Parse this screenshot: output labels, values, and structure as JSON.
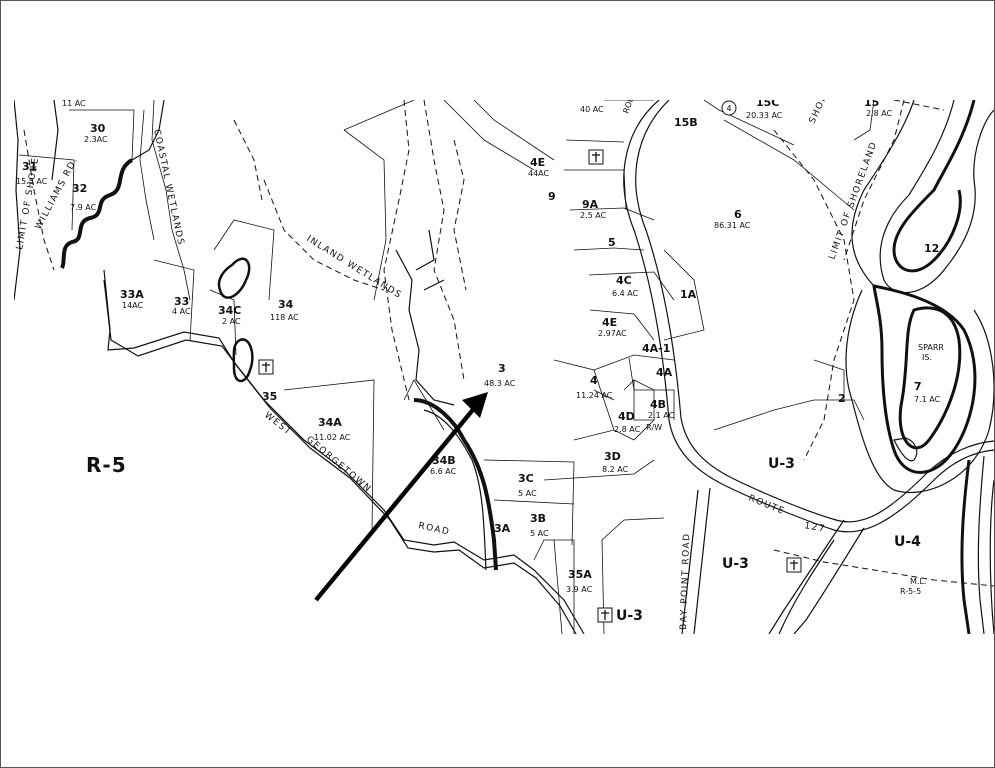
{
  "parcels": [
    {
      "id": "p30",
      "label": "30",
      "area": "2.3AC"
    },
    {
      "id": "p31",
      "label": "31",
      "area": "15.5 AC"
    },
    {
      "id": "p32",
      "label": "32",
      "area": "7.9 AC"
    },
    {
      "id": "p33a",
      "label": "33A",
      "area": "14AC"
    },
    {
      "id": "p33",
      "label": "33",
      "area": "4 AC"
    },
    {
      "id": "p34c",
      "label": "34C",
      "area": "2 AC"
    },
    {
      "id": "p34",
      "label": "34",
      "area": "118 AC"
    },
    {
      "id": "p35",
      "label": "35",
      "area": ""
    },
    {
      "id": "p34a",
      "label": "34A",
      "area": "11.02 AC"
    },
    {
      "id": "p34b",
      "label": "34B",
      "area": "6.6 AC"
    },
    {
      "id": "p3",
      "label": "3",
      "area": "48.3 AC"
    },
    {
      "id": "p3c",
      "label": "3C",
      "area": "5 AC"
    },
    {
      "id": "p3a",
      "label": "3A",
      "area": ""
    },
    {
      "id": "p3b",
      "label": "3B",
      "area": "5 AC"
    },
    {
      "id": "p35a",
      "label": "35A",
      "area": "3.9 AC"
    },
    {
      "id": "p3d",
      "label": "3D",
      "area": "8.2 AC"
    },
    {
      "id": "p4",
      "label": "4",
      "area": "11.24 AC"
    },
    {
      "id": "p4d",
      "label": "4D",
      "area": "2.8 AC"
    },
    {
      "id": "p4b",
      "label": "4B",
      "area": "2.1 AC"
    },
    {
      "id": "p4a",
      "label": "4A",
      "area": ""
    },
    {
      "id": "p4a1",
      "label": "4A-1",
      "area": ""
    },
    {
      "id": "p4e2",
      "label": "4E",
      "area": "2.97AC"
    },
    {
      "id": "p4c",
      "label": "4C",
      "area": "6.4 AC"
    },
    {
      "id": "p5",
      "label": "5",
      "area": ""
    },
    {
      "id": "p9a",
      "label": "9A",
      "area": "2.5 AC"
    },
    {
      "id": "p9",
      "label": "9",
      "area": ""
    },
    {
      "id": "p4e",
      "label": "4E",
      "area": "44AC"
    },
    {
      "id": "p1a",
      "label": "1A",
      "area": ""
    },
    {
      "id": "p15b",
      "label": "15B",
      "area": ""
    },
    {
      "id": "p15c",
      "label": "15C",
      "area": "20.33 AC"
    },
    {
      "id": "p6",
      "label": "6",
      "area": "86.31 AC"
    },
    {
      "id": "p15",
      "label": "15",
      "area": "2.8 AC"
    },
    {
      "id": "p12",
      "label": "12",
      "area": ""
    },
    {
      "id": "p7",
      "label": "7",
      "area": "7.1 AC"
    },
    {
      "id": "p2",
      "label": "2",
      "area": ""
    }
  ],
  "texts": {
    "top_ac": "11 AC",
    "forty_ac": "40 AC",
    "rou": "ROU",
    "rw": "R/W",
    "coastal_wetlands": "COASTAL WETLANDS",
    "inland_wetlands": "INLAND WETLANDS",
    "limit_shore_left": "LIMIT OF SHORE",
    "limit_shoreland_right": "LIMIT OF SHORELAND",
    "shorelands_top": "SHORE LANDS",
    "williams_rd": "WILLIAMS RD.",
    "west_georgetown_road": [
      "WEST",
      "GEORGETOWN",
      "ROAD"
    ],
    "bay_point_road": "BAY POINT ROAD",
    "route_127": [
      "ROUTE",
      "127"
    ],
    "sparr_island": [
      "SPARR",
      "IS."
    ],
    "ml": [
      "M.L.",
      "R-5-5"
    ],
    "circle_label": "4"
  },
  "zones": [
    {
      "id": "r5",
      "label": "R-5"
    },
    {
      "id": "u3a",
      "label": "U-3"
    },
    {
      "id": "u3b",
      "label": "U-3"
    },
    {
      "id": "u3c",
      "label": "U-3"
    },
    {
      "id": "u4",
      "label": "U-4"
    }
  ],
  "colors": {
    "ink": "#111111",
    "background": "#ffffff"
  },
  "marker": {
    "type": "arrow",
    "target_parcel": "3"
  }
}
